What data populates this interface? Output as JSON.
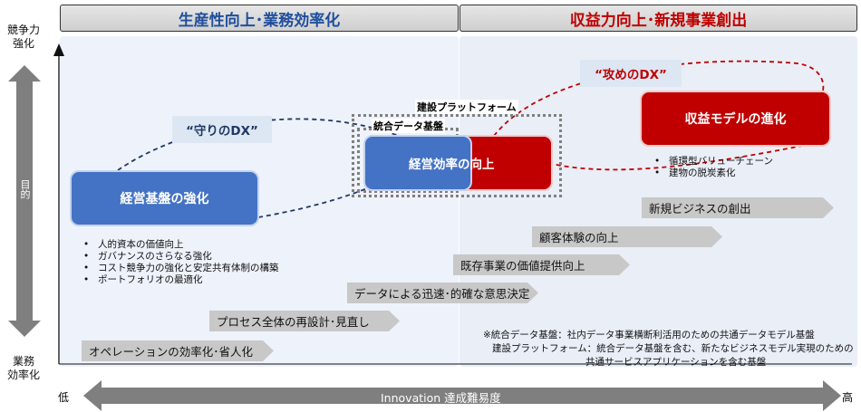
{
  "headers": {
    "left": "生産性向上･業務効率化",
    "right": "収益力向上･新規事業創出"
  },
  "colors": {
    "header_left_text": "#1f4e9c",
    "header_right_text": "#c00000",
    "blue": "#4472c4",
    "red": "#c00000",
    "zone_left": "#eef2fa",
    "zone_right": "#e9eef7"
  },
  "axis": {
    "y_top": "競争力\n強化",
    "y_mid": "目的",
    "y_bottom": "業務\n効率化",
    "x_low": "低",
    "x_high": "高",
    "x_label": "Innovation 達成難易度"
  },
  "dx_labels": {
    "defend": "“守りのDX”",
    "attack": "“攻めのDX”"
  },
  "boxes": {
    "foundation": "経営基盤の強化",
    "efficiency": "経営効率の向上",
    "revenue": "収益モデルの進化"
  },
  "platform": {
    "construction": "建設プラットフォーム",
    "integrated": "統合データ基盤"
  },
  "foundation_bullets": [
    "人的資本の価値向上",
    "ガバナンスのさらなる強化",
    "コスト競争力の強化と安定共有体制の構築",
    "ポートフォリオの最適化"
  ],
  "revenue_bullets": [
    "循環型バリューチェーン",
    "建物の脱炭素化"
  ],
  "steps": [
    "オペレーションの効率化･省人化",
    "プロセス全体の再設計･見直し",
    "データによる迅速･的確な意思決定",
    "既存事業の価値提供向上",
    "顧客体験の向上",
    "新規ビジネスの創出"
  ],
  "notes": {
    "line1": "※統合データ基盤：社内データ事業横断利活用のための共通データモデル基盤",
    "line2": "建設プラットフォーム：統合データ基盤を含む、新たなビジネスモデル実現のための",
    "line3": "共通サービスアプリケーションを含む基盤"
  }
}
